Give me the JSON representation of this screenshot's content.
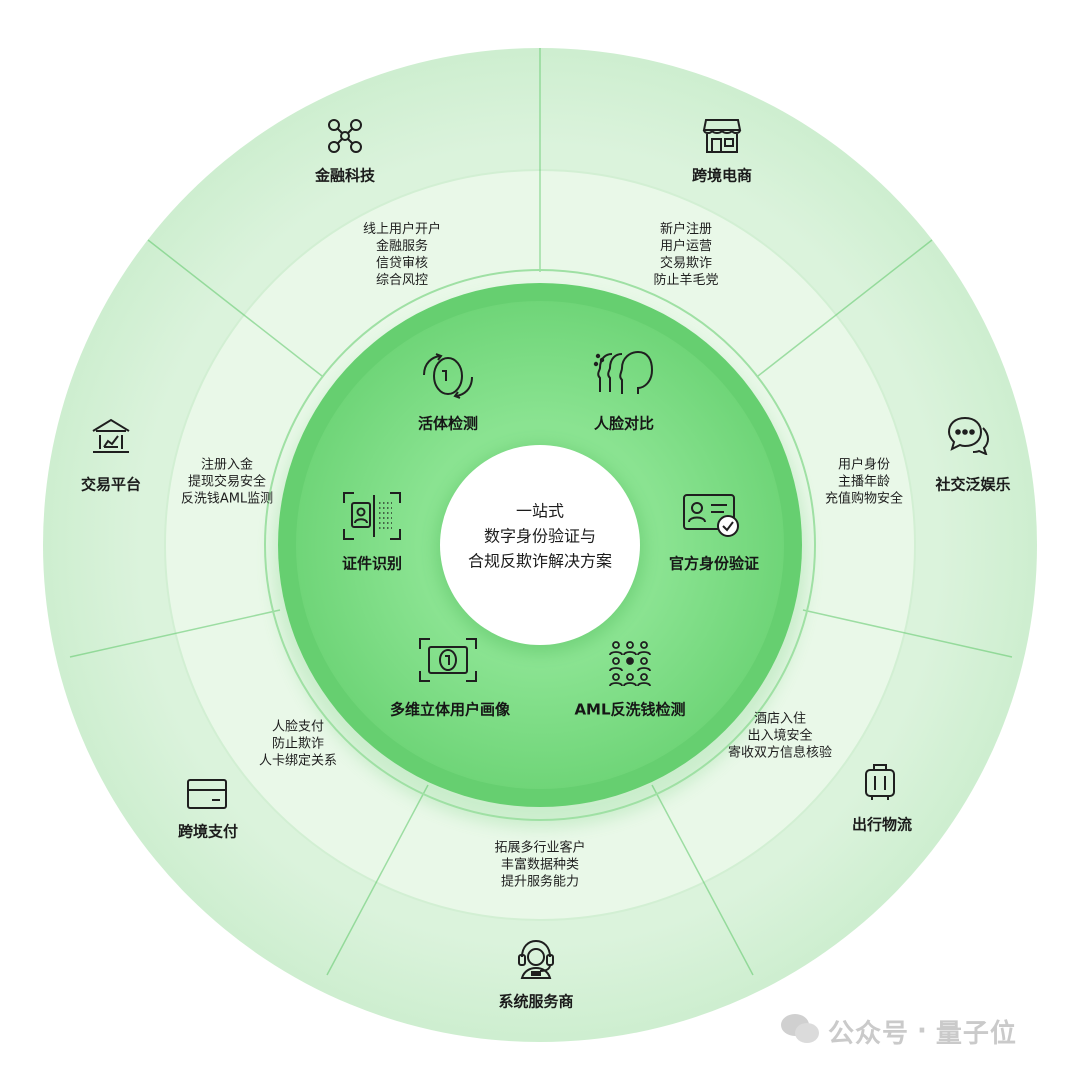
{
  "colors": {
    "outer_ring": "#d4f1d6",
    "mid_ring": "#e5f7e4",
    "inner_ring": "#7ddd85",
    "center": "#ffffff",
    "divider": "#5fc86a",
    "icon_stroke": "#1f1f1f"
  },
  "center": {
    "line1": "一站式",
    "line2": "数字身份验证与",
    "line3": "合规反欺诈解决方案"
  },
  "capabilities": [
    {
      "label": "活体检测",
      "icon": "liveness-face-icon"
    },
    {
      "label": "人脸对比",
      "icon": "face-compare-icon"
    },
    {
      "label": "官方身份验证",
      "icon": "id-card-check-icon"
    },
    {
      "label": "AML反洗钱检测",
      "icon": "people-network-icon"
    },
    {
      "label": "多维立体用户画像",
      "icon": "scan-frame-icon"
    },
    {
      "label": "证件识别",
      "icon": "document-scan-icon"
    }
  ],
  "industries": [
    {
      "label": "金融科技",
      "icon": "molecule-network-icon",
      "desc": [
        "线上用户开户",
        "金融服务",
        "信贷审核",
        "综合风控"
      ]
    },
    {
      "label": "跨境电商",
      "icon": "storefront-icon",
      "desc": [
        "新户注册",
        "用户运营",
        "交易欺诈",
        "防止羊毛党"
      ]
    },
    {
      "label": "社交泛娱乐",
      "icon": "chat-bubbles-icon",
      "desc": [
        "用户身份",
        "主播年龄",
        "充值购物安全"
      ]
    },
    {
      "label": "出行物流",
      "icon": "luggage-icon",
      "desc": [
        "酒店入住",
        "出入境安全",
        "寄收双方信息核验"
      ]
    },
    {
      "label": "系统服务商",
      "icon": "headset-agent-icon",
      "desc": [
        "拓展多行业客户",
        "丰富数据种类",
        "提升服务能力"
      ]
    },
    {
      "label": "跨境支付",
      "icon": "card-icon",
      "desc": [
        "人脸支付",
        "防止欺诈",
        "人卡绑定关系"
      ]
    },
    {
      "label": "交易平台",
      "icon": "exchange-building-icon",
      "desc": [
        "注册入金",
        "提现交易安全",
        "反洗钱AML监测"
      ]
    }
  ],
  "watermark": {
    "left": "公众号",
    "sep": "·",
    "right": "量子位",
    "icon": "wechat-icon"
  }
}
